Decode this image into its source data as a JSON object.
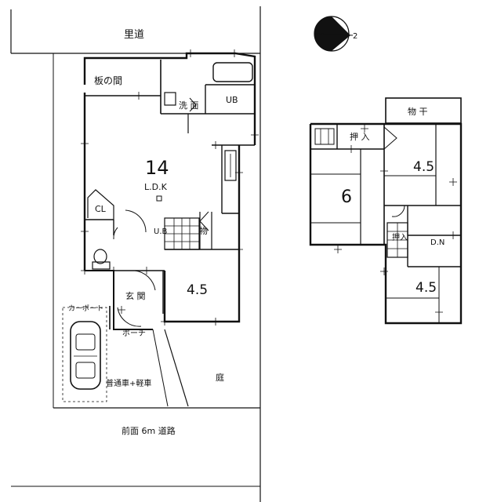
{
  "ground_floor": {
    "back_road": "里道",
    "itanoma": "板の間",
    "washroom": "洗 面",
    "bath": "UB",
    "ldk_size": "14",
    "ldk": "L.D.K",
    "closet": "CL",
    "upper_space": "U.B",
    "storage": "物",
    "room_size": "4.5",
    "entrance": "玄 関",
    "porch": "ポーチ",
    "carport": "カーポート",
    "parking": "普通車+軽車",
    "garden": "庭",
    "front_road": "前面 6m 道路"
  },
  "upper_floor": {
    "drying_area": "物 干",
    "closet_1": "押 入",
    "room_6": "6",
    "room_45a": "4.5",
    "closet_2": "押入",
    "down": "D.N",
    "room_45b": "4.5"
  },
  "compass": {
    "north_label": "2"
  }
}
